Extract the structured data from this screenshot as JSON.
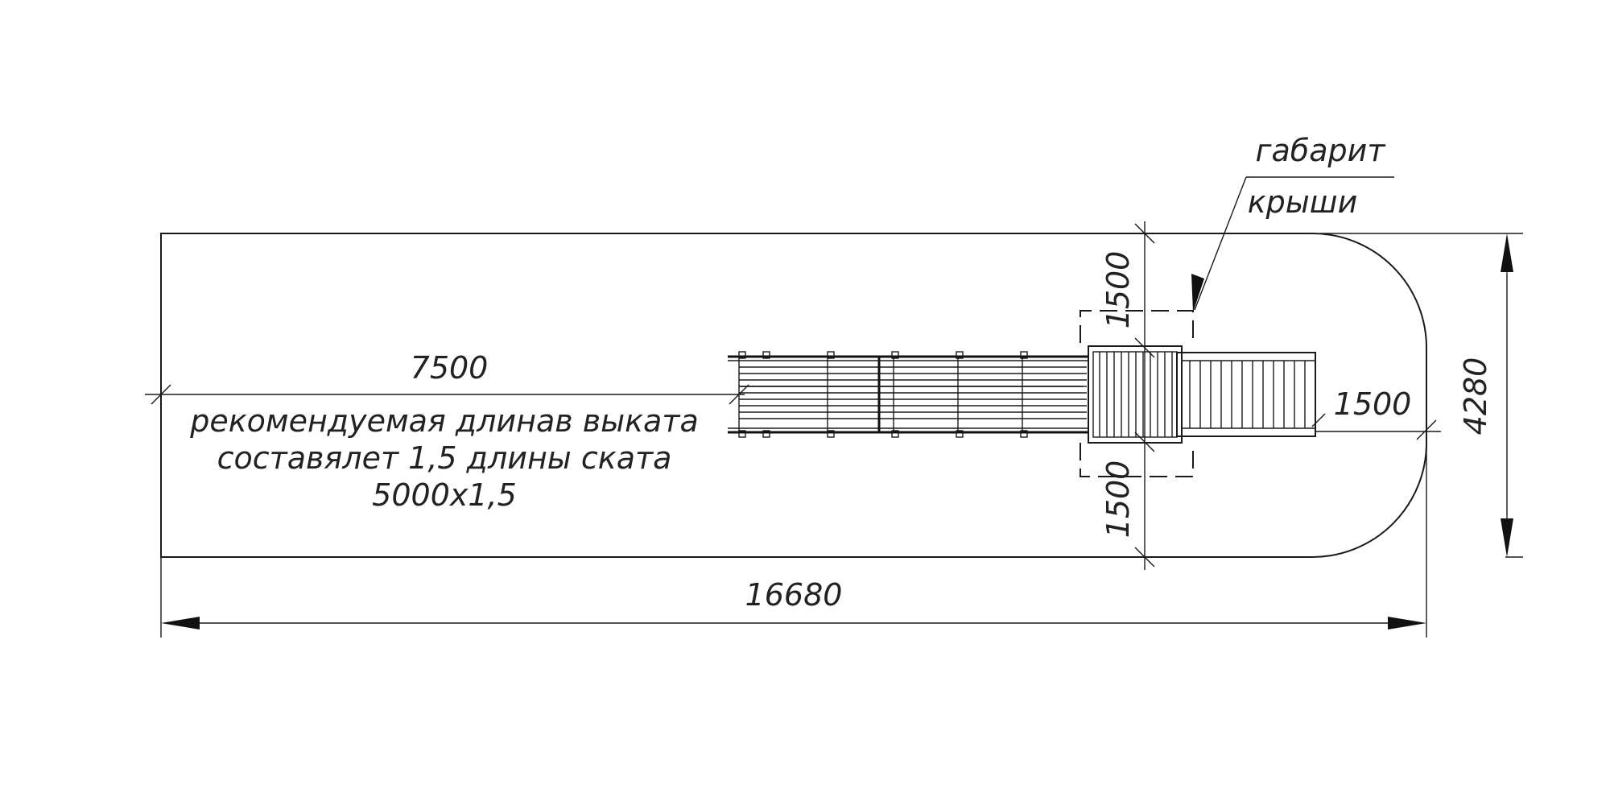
{
  "dimensions": {
    "overall_length": "16680",
    "overall_width": "4280",
    "runout_length": "7500",
    "side_clearance": "1500",
    "top_clearance": "1500",
    "bottom_clearance": "1500"
  },
  "note": {
    "line1": "рекомендуемая длинав выката",
    "line2": "составялет 1,5 длины ската",
    "line3": "5000х1,5"
  },
  "callout": {
    "line1": "габарит",
    "line2": "крыши"
  }
}
